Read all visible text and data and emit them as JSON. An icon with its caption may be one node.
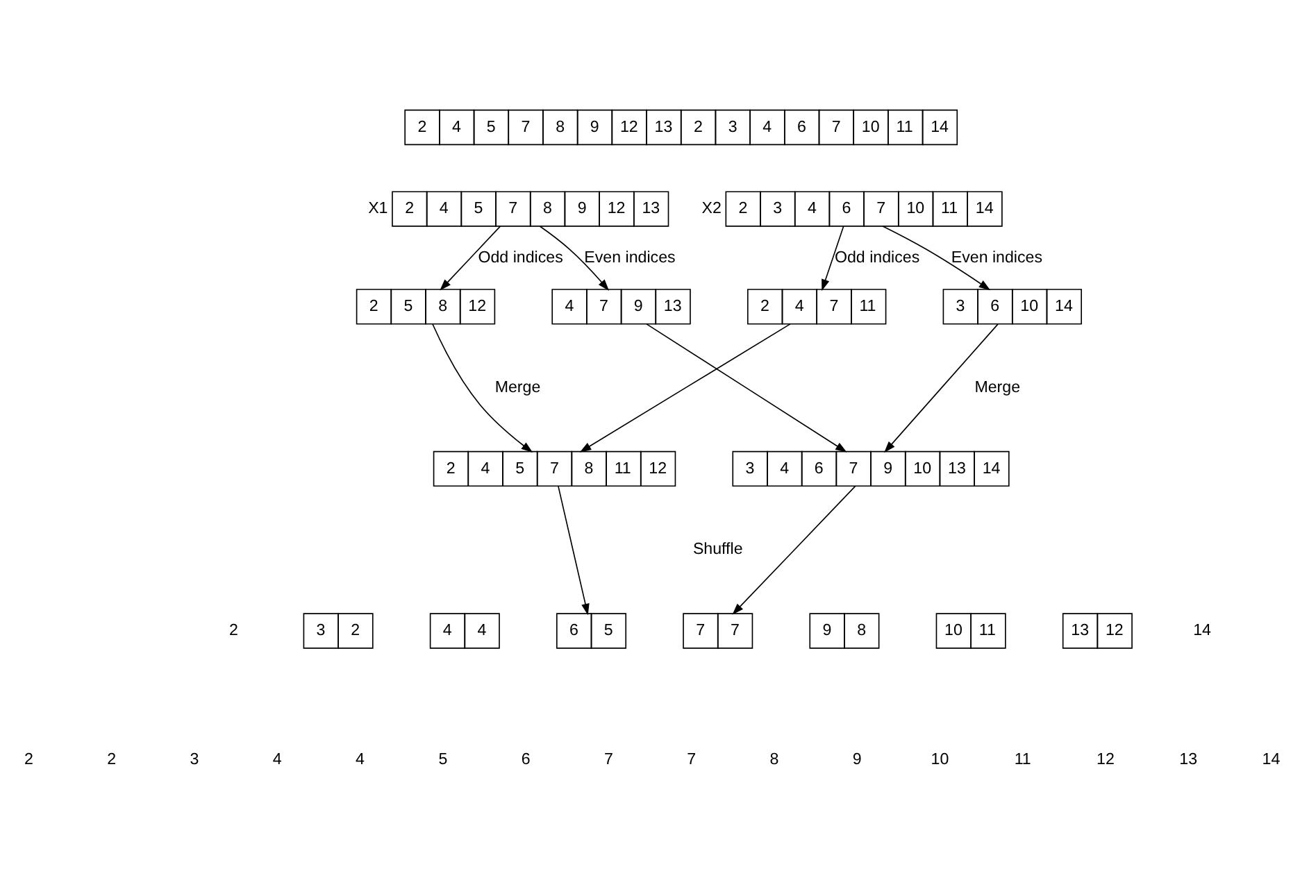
{
  "diagram": {
    "nodes": [
      {
        "text": [
          "2",
          "4",
          "5",
          "7",
          "8",
          "9",
          "12",
          "13",
          "2",
          "3",
          "4",
          "6",
          "7",
          "10",
          "11",
          "14"
        ]
      },
      {
        "text": [
          "2",
          "4",
          "5",
          "7",
          "8",
          "9",
          "12",
          "13"
        ],
        "beside": [
          "X1"
        ]
      },
      {
        "text": [
          "2",
          "3",
          "4",
          "6",
          "7",
          "10",
          "11",
          "14"
        ],
        "beside": [
          "X2"
        ]
      },
      {
        "text": [
          "2",
          "5",
          "8",
          "12"
        ]
      },
      {
        "text": [
          "4",
          "7",
          "9",
          "13"
        ]
      },
      {
        "text": [
          "2",
          "4",
          "7",
          "11"
        ]
      },
      {
        "text": [
          "3",
          "6",
          "10",
          "14"
        ]
      },
      {
        "text": [
          "2",
          "4",
          "5",
          "7",
          "8",
          "11",
          "12"
        ]
      },
      {
        "text": [
          "3",
          "4",
          "6",
          "7",
          "9",
          "10",
          "13",
          "14"
        ]
      },
      {
        "text": [
          "3",
          "2"
        ]
      },
      {
        "text": [
          "4",
          "4"
        ]
      },
      {
        "text": [
          "6",
          "5"
        ]
      },
      {
        "text": [
          "7",
          "7"
        ]
      },
      {
        "text": [
          "9",
          "8"
        ]
      },
      {
        "text": [
          "10",
          "11"
        ]
      },
      {
        "text": [
          "13",
          "12"
        ]
      }
    ],
    "edges": [
      {
        "from": 1,
        "to": 3,
        "arrow": "to",
        "label": "Odd indices"
      },
      {
        "from": 1,
        "to": 4,
        "arrow": "to",
        "label": "Even indices"
      },
      {
        "from": 2,
        "to": 5,
        "arrow": "to",
        "label": "Odd indices"
      },
      {
        "from": 2,
        "to": 6,
        "arrow": "to",
        "label": "Even indices"
      },
      {
        "from": 3,
        "to": 7,
        "arrow": "to"
      },
      {
        "from": 5,
        "to": 7,
        "arrow": "to"
      },
      {
        "from": 4,
        "to": 8,
        "arrow": "to"
      },
      {
        "from": 6,
        "to": 8,
        "arrow": "to"
      },
      {
        "from": 7,
        "to": 11,
        "arrow": "to"
      },
      {
        "from": 8,
        "to": 12,
        "arrow": "to"
      }
    ],
    "labels": [
      "Merge",
      "Merge",
      "Shuffle",
      "2",
      "14",
      "2",
      "2",
      "3",
      "4",
      "4",
      "5",
      "6",
      "7",
      "7",
      "8",
      "9",
      "10",
      "11",
      "12",
      "13",
      "14"
    ]
  }
}
